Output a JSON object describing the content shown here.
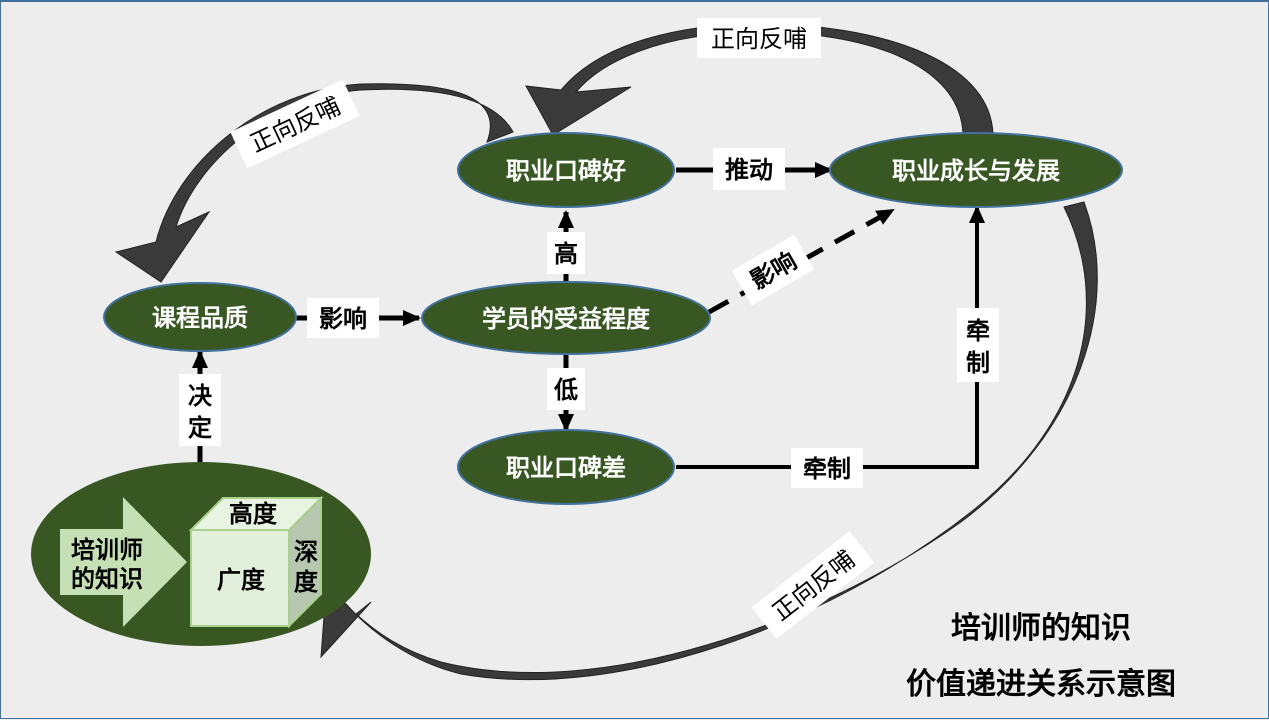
{
  "diagram": {
    "title_line1": "培训师的知识",
    "title_line2": "价值递进关系示意图",
    "colors": {
      "node_fill": "#385723",
      "node_border": "#41719c",
      "feedback_arrow": "#3a3a3a",
      "cube_front": "#e2efda",
      "cube_top": "#e9f3e2",
      "cube_side": "#b8c8b0",
      "knowledge_arrow": "#c5e0b4",
      "background": "#ededed"
    },
    "nodes": {
      "course_quality": "课程品质",
      "student_benefit": "学员的受益程度",
      "reputation_good": "职业口碑好",
      "reputation_bad": "职业口碑差",
      "career_growth": "职业成长与发展",
      "knowledge_line1": "培训师",
      "knowledge_line2": "的知识"
    },
    "cube": {
      "top": "高度",
      "front": "广度",
      "side_char1": "深",
      "side_char2": "度"
    },
    "edges": {
      "decides_1": "决",
      "decides_2": "定",
      "influence": "影响",
      "high": "高",
      "low": "低",
      "push": "推动",
      "influence_dashed": "影响",
      "restrain_vert_1": "牵",
      "restrain_vert_2": "制",
      "restrain_horiz": "牵制"
    },
    "feedback": {
      "top": "正向反哺",
      "left": "正向反哺",
      "bottom": "正向反哺"
    }
  }
}
